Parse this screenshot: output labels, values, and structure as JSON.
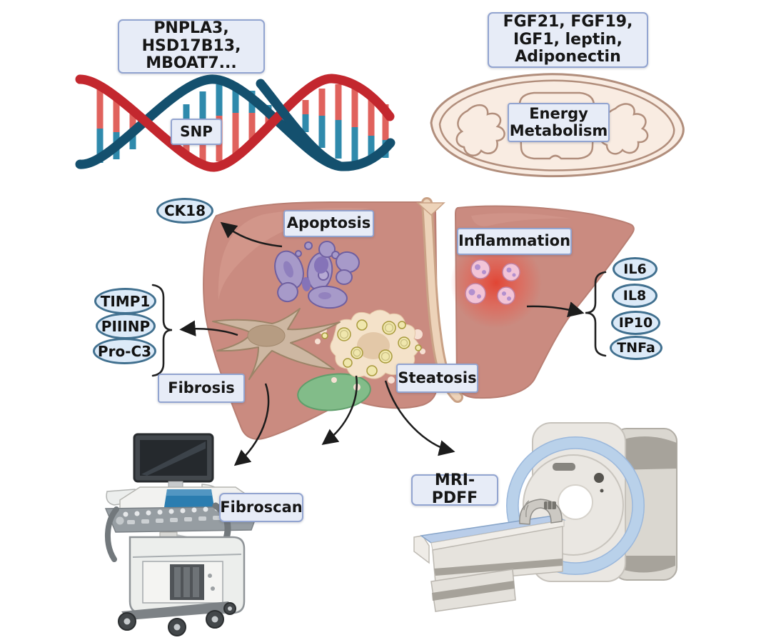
{
  "figure": {
    "genes_box": "PNPLA3,\nHSD17B13,\nMBOAT7...",
    "snp_box": "SNP",
    "hormones_box": "FGF21, FGF19,\nIGF1, leptin,\nAdiponectin",
    "energy_box": "Energy\nMetabolism",
    "apoptosis_label": "Apoptosis",
    "inflammation_label": "Inflammation",
    "fibrosis_label": "Fibrosis",
    "steatosis_label": "Steatosis",
    "fibroscan_label": "Fibroscan",
    "mri_label": "MRI-PDFF",
    "apoptosis_marker": "CK18",
    "fibrosis_markers": [
      "TIMP1",
      "PIIINP",
      "Pro-C3"
    ],
    "inflammation_markers": [
      "IL6",
      "IL8",
      "IP10",
      "TNFa"
    ]
  },
  "colors": {
    "label_bg": "#e7ecf7",
    "label_border": "#92a4d0",
    "oval_bg": "#dceaf8",
    "oval_border": "#41708f",
    "liver": "#ca8b80",
    "dna_red": "#c3272e",
    "dna_blue": "#14506e",
    "rung_red": "#e0625d",
    "rung_teal": "#2f8aac",
    "mitochondria_outline": "#b18e7c",
    "gallbladder_green": "#82bc89",
    "apoptosis_purple": "#a79ac9",
    "inflammation_red": "#e8483a",
    "stellate_tan": "#cdb7a2",
    "mri_ring_blue": "#b9d1ea"
  }
}
